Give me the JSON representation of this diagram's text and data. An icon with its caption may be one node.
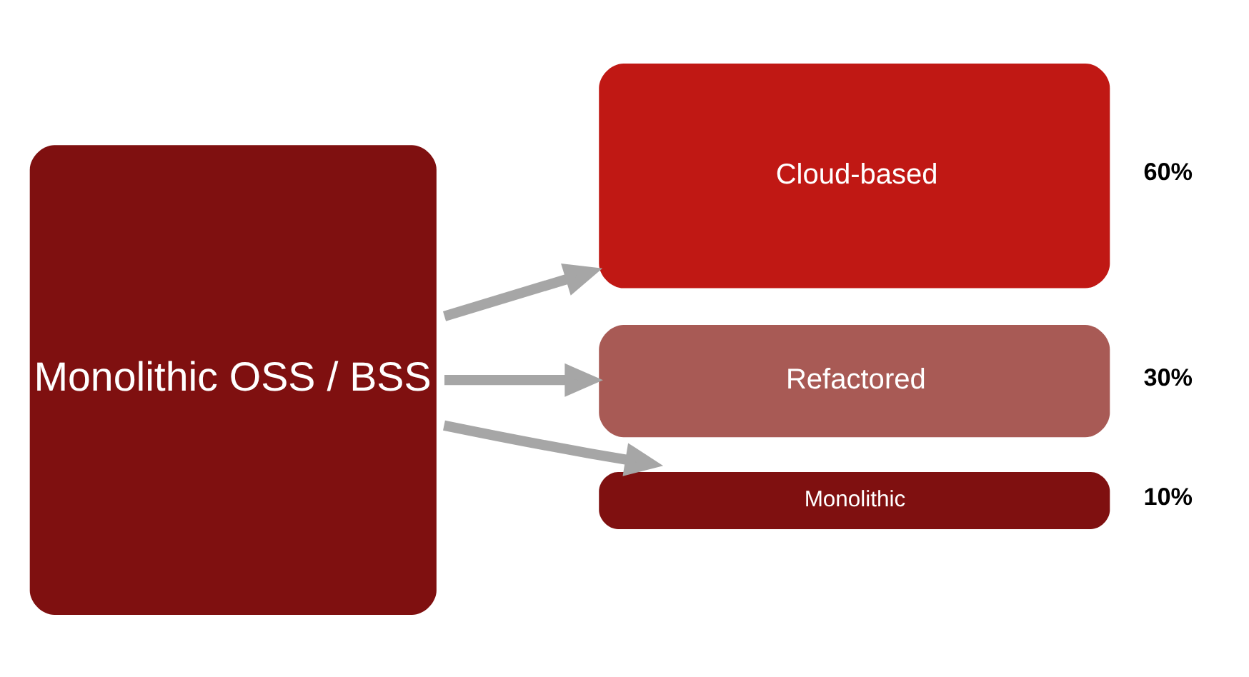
{
  "diagram": {
    "nodes": [
      {
        "text": [
          "Monolithic OSS / BSS"
        ]
      },
      {
        "text": [
          "Cloud-based"
        ],
        "beside": [
          "60%"
        ]
      },
      {
        "text": [
          "Refactored"
        ],
        "beside": [
          "30%"
        ]
      },
      {
        "text": [
          "Monolithic"
        ],
        "beside": [
          "10%"
        ]
      }
    ],
    "edges": [
      {
        "from": 0,
        "to": 1,
        "arrow": "to"
      },
      {
        "from": 0,
        "to": 2,
        "arrow": "to"
      },
      {
        "from": 0,
        "to": 3,
        "arrow": "to"
      }
    ]
  }
}
